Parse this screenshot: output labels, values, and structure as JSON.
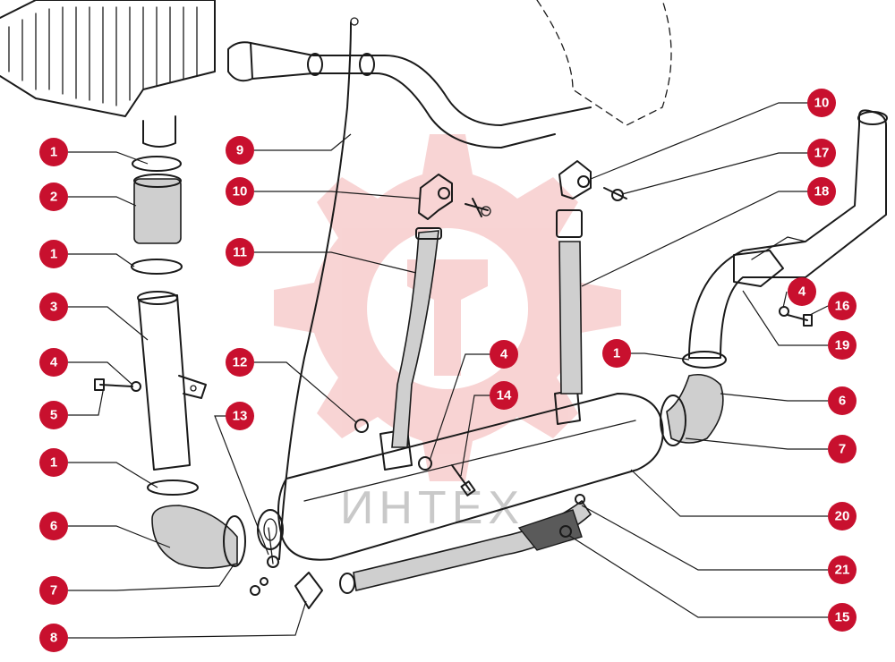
{
  "diagram": {
    "watermark": {
      "text": "ИНТЕХ",
      "color": "#e03a3a"
    },
    "badge_color": "#c8102e",
    "callouts": [
      {
        "id": "c-1a",
        "label": "1"
      },
      {
        "id": "c-2",
        "label": "2"
      },
      {
        "id": "c-1b",
        "label": "1"
      },
      {
        "id": "c-3",
        "label": "3"
      },
      {
        "id": "c-4a",
        "label": "4"
      },
      {
        "id": "c-5",
        "label": "5"
      },
      {
        "id": "c-1c",
        "label": "1"
      },
      {
        "id": "c-6a",
        "label": "6"
      },
      {
        "id": "c-7a",
        "label": "7"
      },
      {
        "id": "c-8",
        "label": "8"
      },
      {
        "id": "c-9",
        "label": "9"
      },
      {
        "id": "c-10a",
        "label": "10"
      },
      {
        "id": "c-11",
        "label": "11"
      },
      {
        "id": "c-12",
        "label": "12"
      },
      {
        "id": "c-13",
        "label": "13"
      },
      {
        "id": "c-4b",
        "label": "4"
      },
      {
        "id": "c-14",
        "label": "14"
      },
      {
        "id": "c-10b",
        "label": "10"
      },
      {
        "id": "c-17",
        "label": "17"
      },
      {
        "id": "c-18",
        "label": "18"
      },
      {
        "id": "c-4c",
        "label": "4"
      },
      {
        "id": "c-16",
        "label": "16"
      },
      {
        "id": "c-19",
        "label": "19"
      },
      {
        "id": "c-1d",
        "label": "1"
      },
      {
        "id": "c-6b",
        "label": "6"
      },
      {
        "id": "c-7b",
        "label": "7"
      },
      {
        "id": "c-20",
        "label": "20"
      },
      {
        "id": "c-21",
        "label": "21"
      },
      {
        "id": "c-15",
        "label": "15"
      }
    ]
  }
}
